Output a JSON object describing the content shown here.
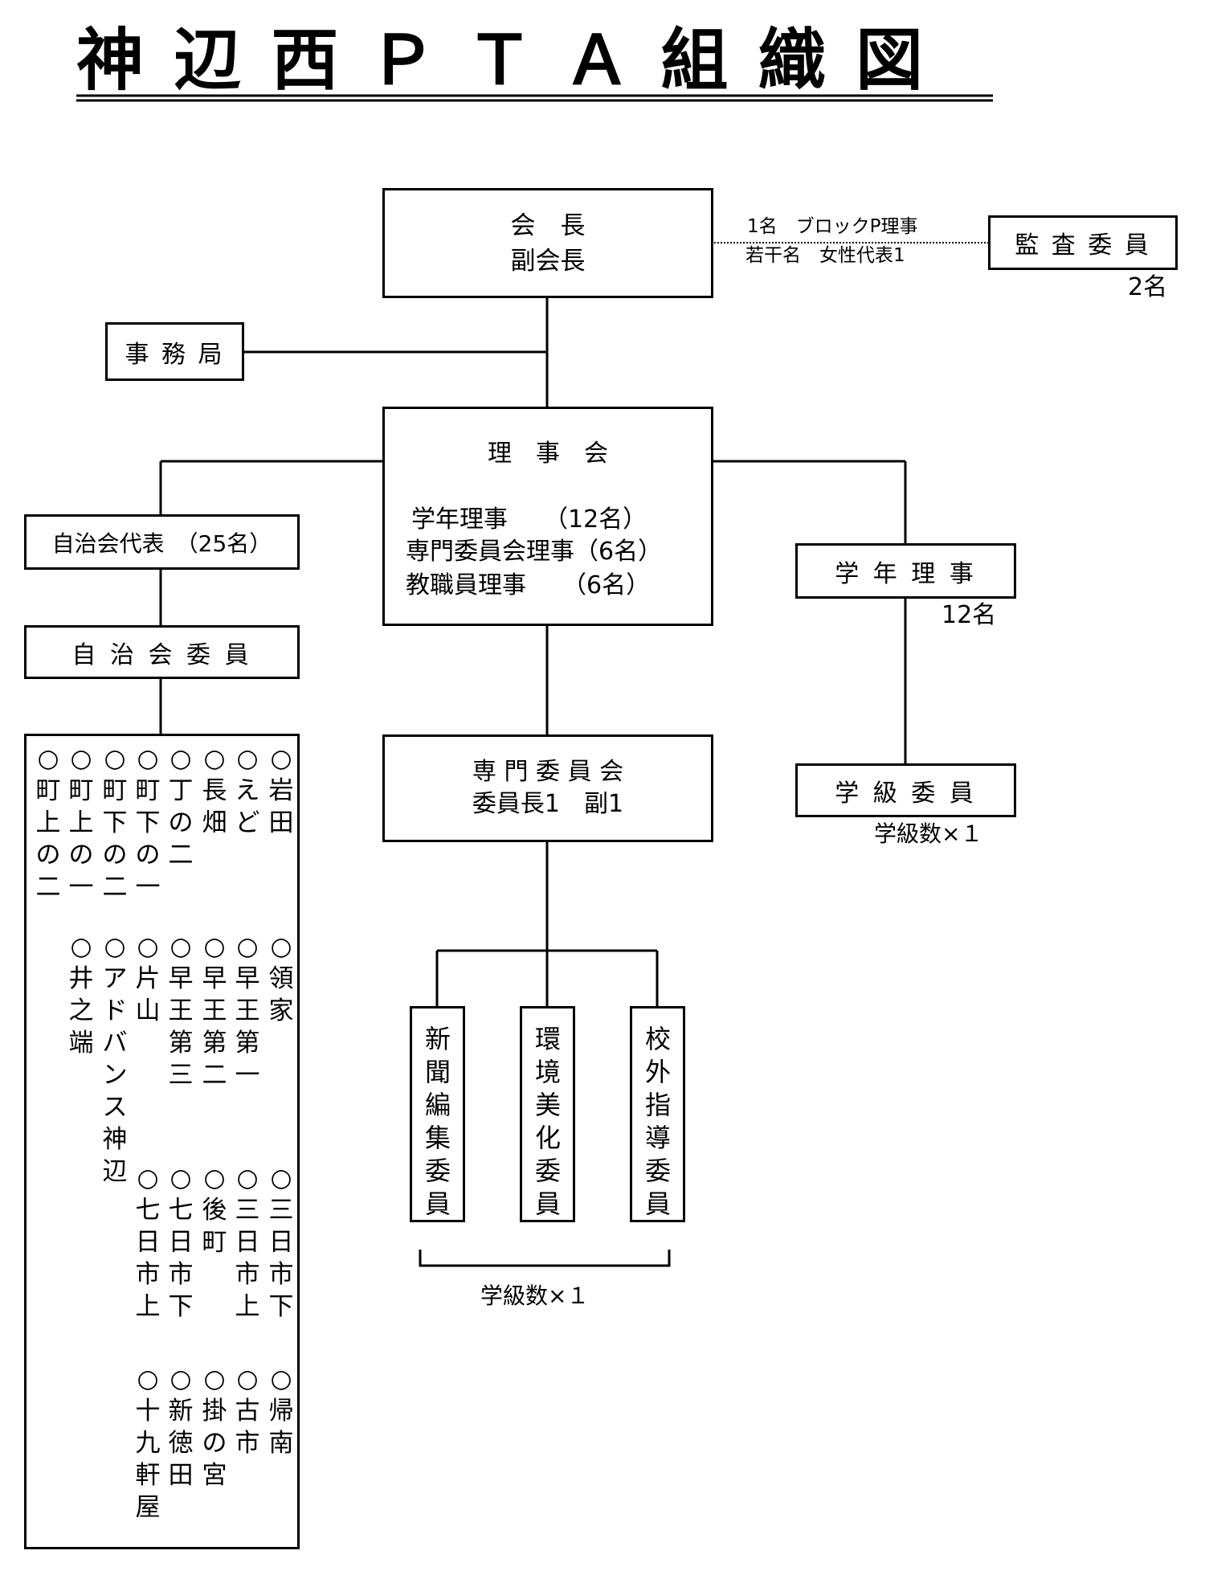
{
  "title": "神 辺 西 Ｐ Ｔ Ａ 組 織 図",
  "president": {
    "line1": "会　長",
    "line2": "副会長"
  },
  "link_note": {
    "line1": "1名　ブロックP理事",
    "line2": "若干名　女性代表1"
  },
  "auditor": {
    "label": "監 査 委 員",
    "count": "2名"
  },
  "secretariat": {
    "label": "事 務 局"
  },
  "board": {
    "label": "理　事　会",
    "members": [
      "学年理事　　（12名）",
      "専門委員会理事（6名）",
      "教職員理事　　（6名）"
    ]
  },
  "neighborhood_rep": {
    "label": "自治会代表　（25名）"
  },
  "neighborhood_committee": {
    "label": "自 治 会 委 員"
  },
  "grade_directors": {
    "label": "学 年 理 事",
    "count": "12名"
  },
  "class_committee": {
    "label": "学 級 委 員",
    "count": "学級数×１"
  },
  "special_committee": {
    "line1": "専 門 委 員 会",
    "line2": "委員長1　副1"
  },
  "sub_committees": [
    {
      "label": "新聞編集委員"
    },
    {
      "label": "環境美化委員"
    },
    {
      "label": "校外指導委員"
    }
  ],
  "sub_committees_count": "学級数×１",
  "districts": {
    "row1": [
      "○町上の二",
      "○町上の一",
      "○町下の二",
      "○町下の一",
      "○丁の二",
      "○長畑",
      "○えど",
      "○岩田"
    ],
    "row2": [
      "○井之端",
      "○アドバンス神辺",
      "○片山",
      "○早王第三",
      "○早王第二",
      "○早王第一",
      "○領家"
    ],
    "row3": [
      "○七日市上",
      "○七日市下",
      "○後町",
      "○三日市上",
      "○三日市下"
    ],
    "row4": [
      "○十九軒屋",
      "○新徳田",
      "○掛の宮",
      "○古市",
      "○帰南"
    ]
  }
}
